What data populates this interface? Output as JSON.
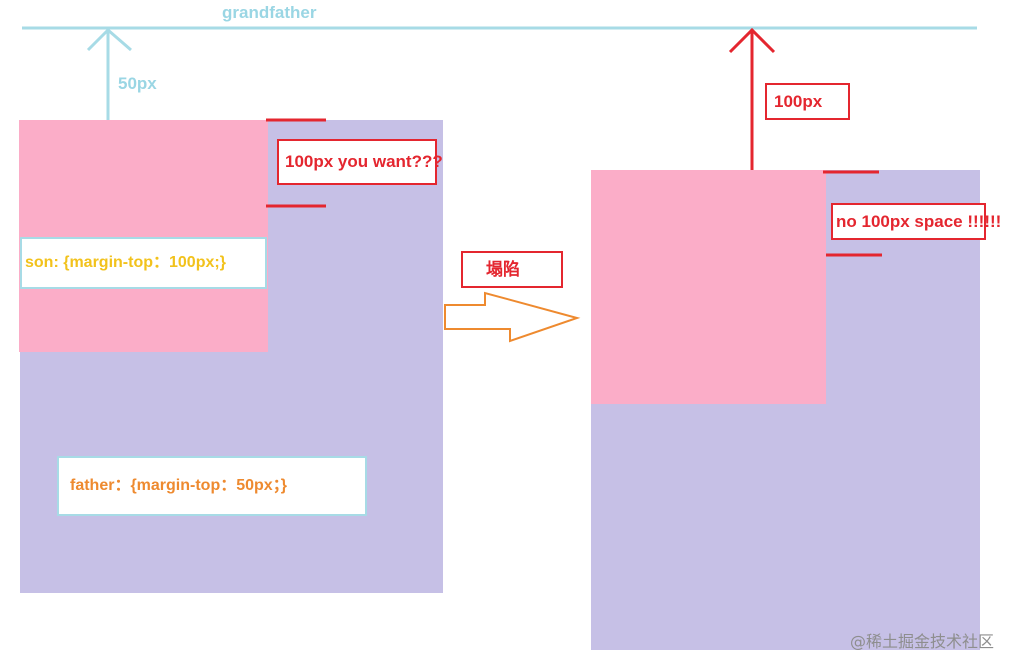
{
  "labels": {
    "grandfather": "grandfather",
    "offset_50px": "50px",
    "question": "100px you want???",
    "son_css": "son: {margin-top：100px;}",
    "father_css": "father：{margin-top：50px；}",
    "collapse": "塌陷",
    "offset_100px": "100px",
    "no_space": "no 100px space !!!!!!",
    "watermark": "@稀土掘金技术社区"
  },
  "colors": {
    "grandfather_line": "#a7dbe6",
    "father_fill": "#c6c0e6",
    "son_fill": "#fbadc8",
    "annotation_red": "#e4262f",
    "collapse_arrow": "#ee8a2f",
    "son_text": "#f2c21c",
    "father_text": "#ee8a2f"
  }
}
